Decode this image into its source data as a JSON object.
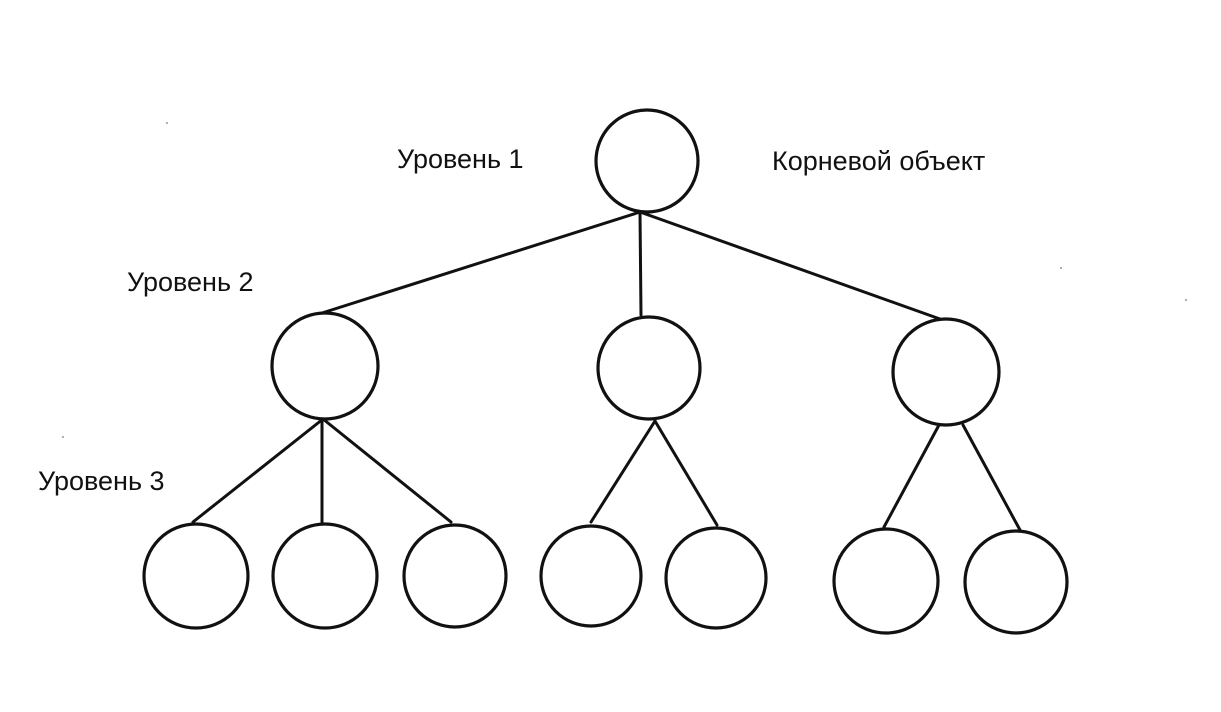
{
  "labels": {
    "level1": "Уровень 1",
    "level2": "Уровень 2",
    "level3": "Уровень 3",
    "root": "Корневой объект"
  },
  "tree": {
    "root": {
      "children": [
        {
          "children": [
            {},
            {},
            {}
          ]
        },
        {
          "children": [
            {},
            {}
          ]
        },
        {
          "children": [
            {},
            {}
          ]
        }
      ]
    }
  },
  "colors": {
    "stroke": "#111111",
    "background": "#ffffff"
  }
}
